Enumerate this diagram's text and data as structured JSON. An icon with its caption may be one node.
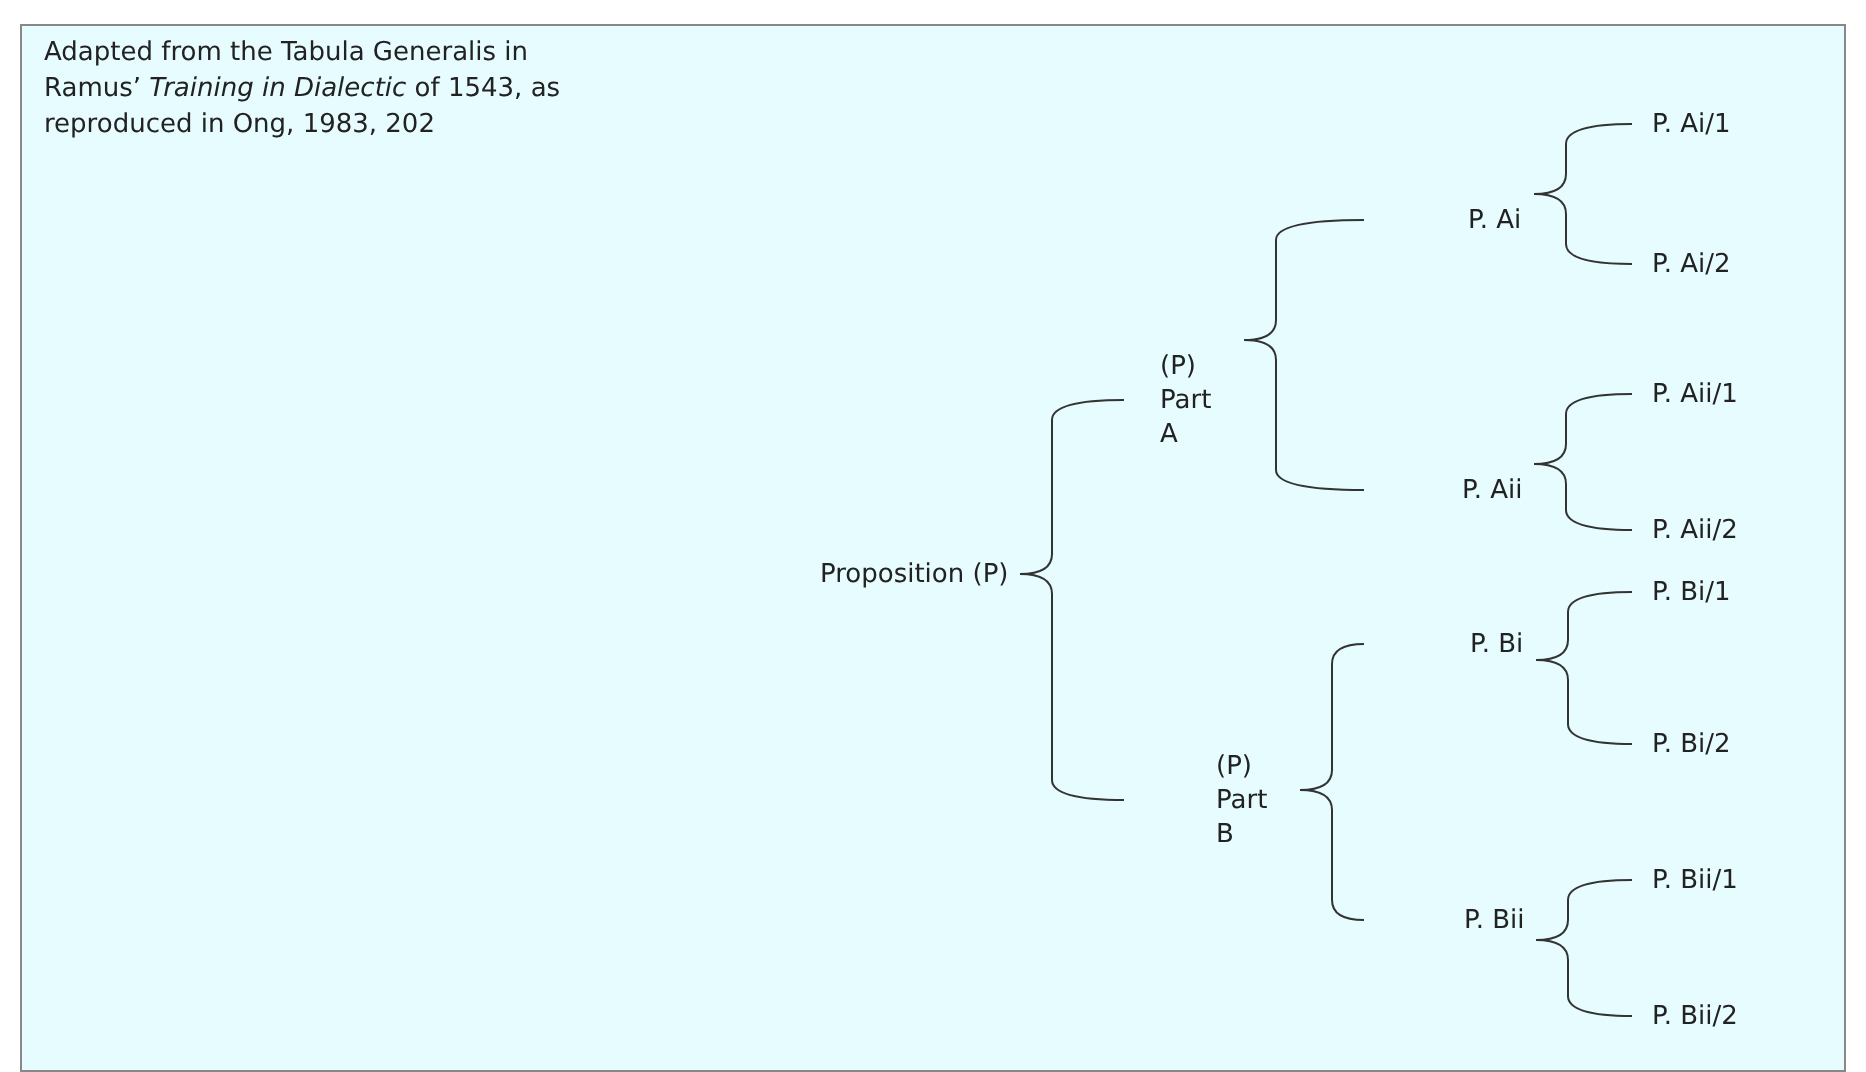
{
  "diagram": {
    "nodes": [
      {
        "text": [
          "Proposition (P)"
        ]
      },
      {
        "text": [
          "(P) Part A"
        ]
      },
      {
        "text": [
          "P. Ai"
        ]
      },
      {
        "text": [
          "P. Ai/1"
        ]
      },
      {
        "text": [
          "P. Ai/2"
        ]
      },
      {
        "text": [
          "P. Aii"
        ]
      },
      {
        "text": [
          "P. Aii/1"
        ]
      },
      {
        "text": [
          "P. Aii/2"
        ]
      },
      {
        "text": [
          "(P) Part B"
        ]
      },
      {
        "text": [
          "P. Bi"
        ]
      },
      {
        "text": [
          "P. Bi/1"
        ]
      },
      {
        "text": [
          "P. Bi/2"
        ]
      },
      {
        "text": [
          "P. Bii"
        ]
      },
      {
        "text": [
          "P. Bii/1"
        ]
      },
      {
        "text": [
          "P. Bii/2"
        ]
      }
    ],
    "edges": [
      {
        "from": 0,
        "to": 1,
        "arrow": "none"
      },
      {
        "from": 0,
        "to": 8,
        "arrow": "none"
      },
      {
        "from": 1,
        "to": 2,
        "arrow": "none"
      },
      {
        "from": 1,
        "to": 5,
        "arrow": "none"
      },
      {
        "from": 2,
        "to": 3,
        "arrow": "none"
      },
      {
        "from": 2,
        "to": 4,
        "arrow": "none"
      },
      {
        "from": 5,
        "to": 6,
        "arrow": "none"
      },
      {
        "from": 5,
        "to": 7,
        "arrow": "none"
      },
      {
        "from": 8,
        "to": 9,
        "arrow": "none"
      },
      {
        "from": 8,
        "to": 12,
        "arrow": "none"
      },
      {
        "from": 9,
        "to": 10,
        "arrow": "none"
      },
      {
        "from": 9,
        "to": 11,
        "arrow": "none"
      },
      {
        "from": 12,
        "to": 13,
        "arrow": "none"
      },
      {
        "from": 12,
        "to": 14,
        "arrow": "none"
      }
    ],
    "labels": [
      "Adapted from the Tabula Generalis in Ramus’ *Training in Dialectic* of 1543, as reproduced in Ong, 1983, 202"
    ]
  }
}
